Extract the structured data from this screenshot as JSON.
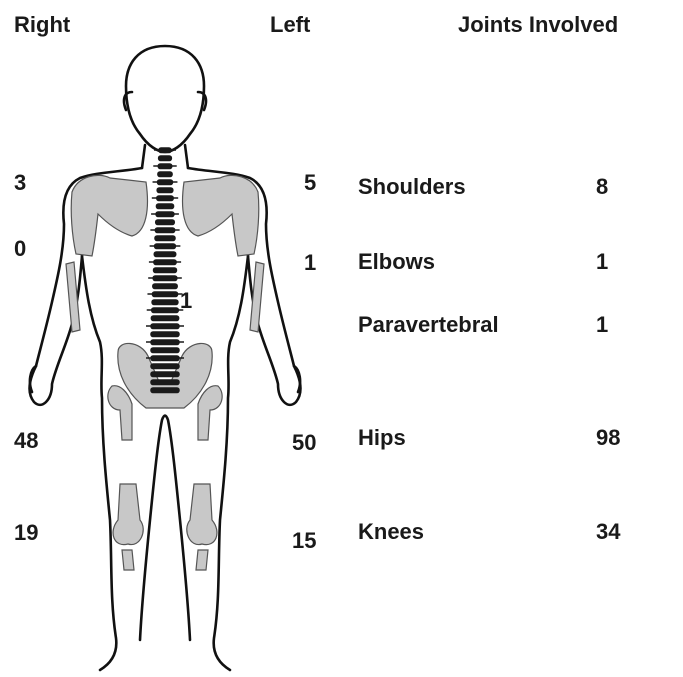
{
  "headers": {
    "right": "Right",
    "left": "Left",
    "joints": "Joints Involved"
  },
  "rows": [
    {
      "joint": "Shoulders",
      "right": "3",
      "left": "5",
      "total": "8"
    },
    {
      "joint": "Elbows",
      "right": "0",
      "left": "1",
      "total": "1"
    },
    {
      "joint": "Paravertebral",
      "spine": "1",
      "total": "1"
    },
    {
      "joint": "Hips",
      "right": "48",
      "left": "50",
      "total": "98"
    },
    {
      "joint": "Knees",
      "right": "19",
      "left": "15",
      "total": "34"
    }
  ],
  "colors": {
    "outline": "#111111",
    "bone_fill": "#c8c8c8",
    "bone_stroke": "#555555",
    "text": "#1a1a1a"
  },
  "icons": [
    "human-body-back-view-icon"
  ]
}
